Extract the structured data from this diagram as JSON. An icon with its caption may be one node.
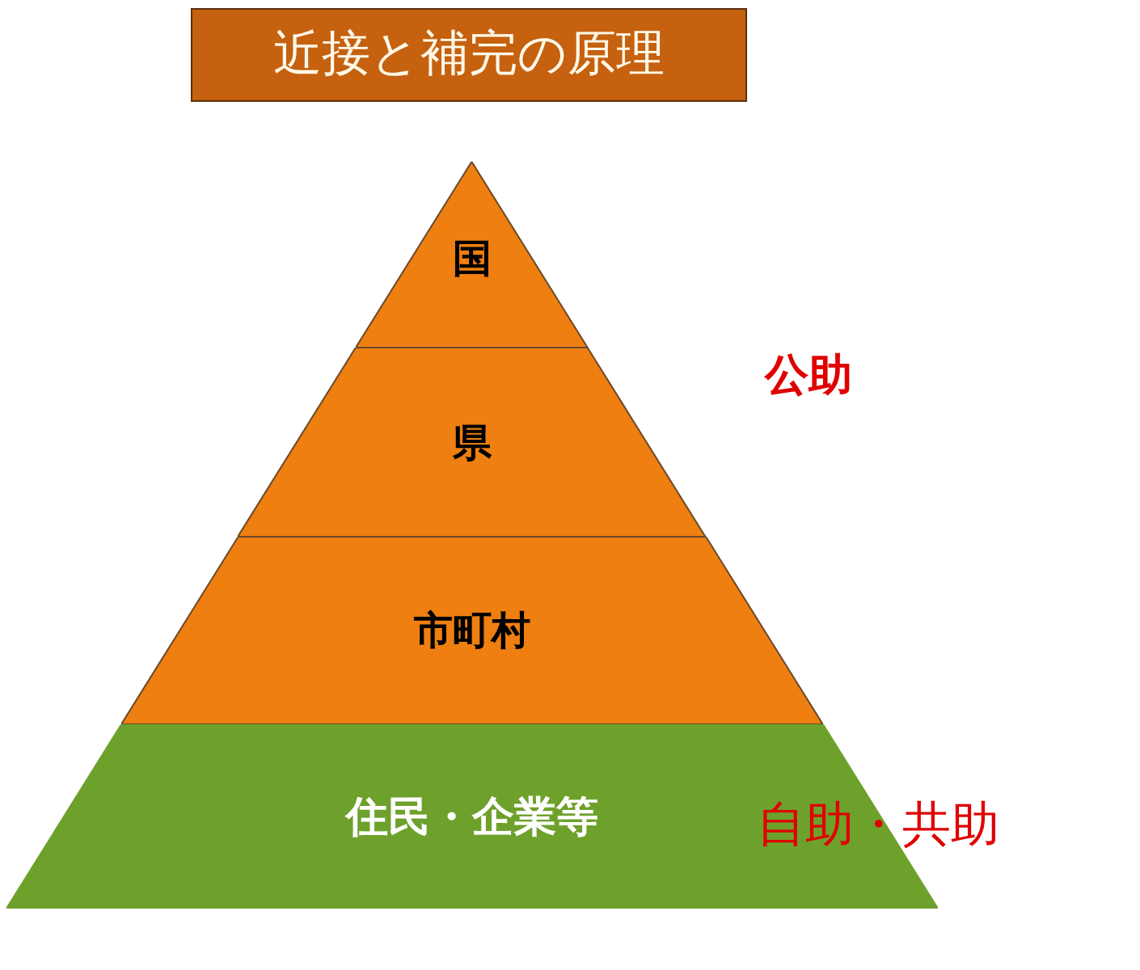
{
  "diagram": {
    "title": "近接と補完の原理",
    "nodes": [
      {
        "text": [
          "国"
        ]
      },
      {
        "text": [
          "県"
        ]
      },
      {
        "text": [
          "市町村"
        ]
      },
      {
        "text": [
          "住民・企業等"
        ]
      }
    ],
    "labels": [
      "公助",
      "自助・共助"
    ]
  }
}
